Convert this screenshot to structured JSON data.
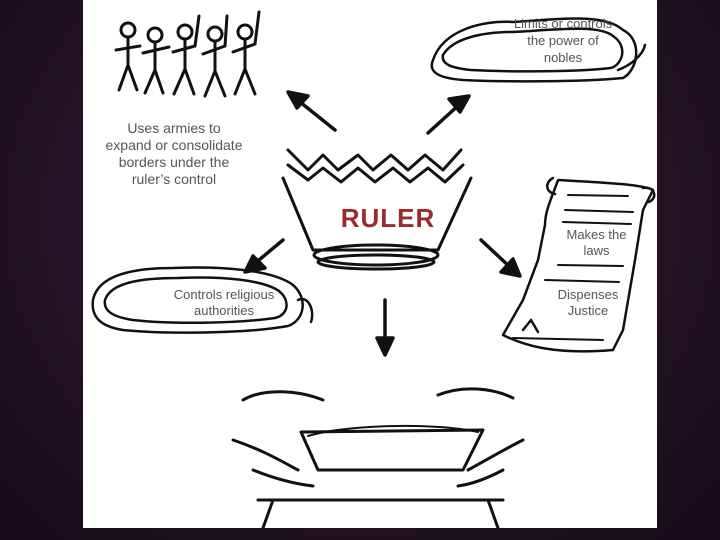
{
  "center": {
    "title": "RULER"
  },
  "labels": {
    "armies": "Uses armies to expand or consolidate borders under the ruler’s control",
    "nobles": "Limits or controls the power of nobles",
    "religious": "Controls religious authorities",
    "laws": "Makes the laws",
    "justice": "Dispenses Justice"
  },
  "colors": {
    "ruler": "#9b2a2a",
    "background": "#241326",
    "slide": "#ffffff"
  }
}
